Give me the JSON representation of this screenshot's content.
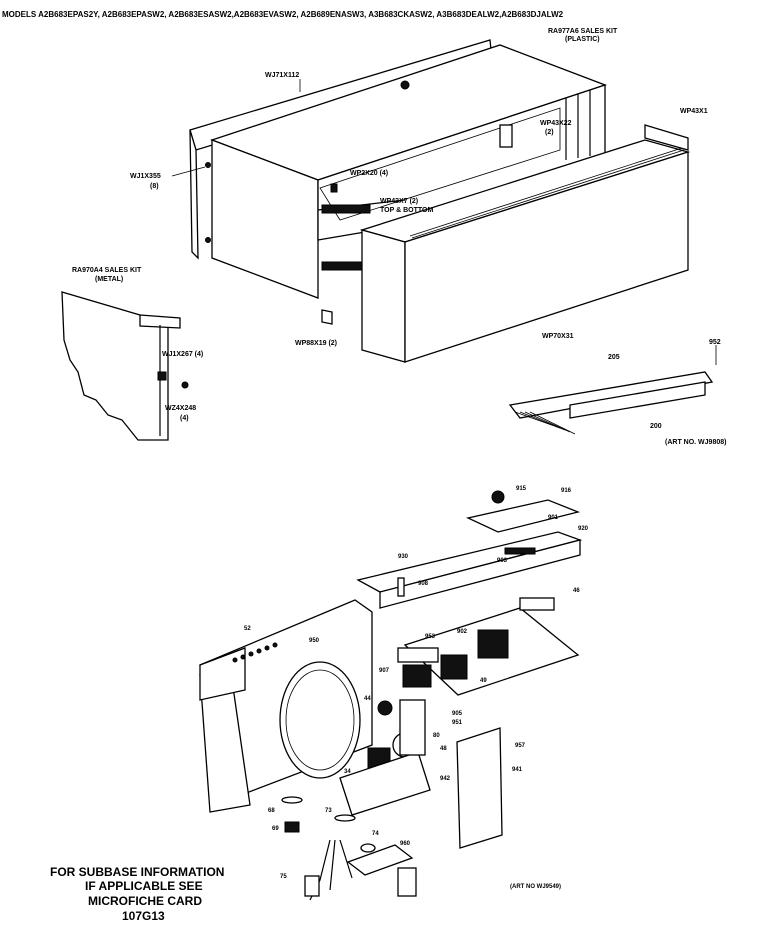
{
  "header": {
    "models": "MODELS A2B683EPAS2Y, A2B683EPASW2, A2B683ESASW2,A2B683EVASW2, A2B689ENASW3, A3B683CKASW2, A3B683DEALW2,A2B683DJALW2"
  },
  "labels": {
    "ra977a6": "RA977A6 SALES KIT",
    "ra977a6_sub": "(PLASTIC)",
    "wj71x112": "WJ71X112",
    "wp43x22": "WP43X22",
    "wp43x22_qty": "(2)",
    "wp43x1": "WP43X1",
    "wj1x355": "WJ1X355",
    "wj1x355_qty": "(8)",
    "wp2x20": "WP2X20 (4)",
    "wp43x7": "WP43X7 (2)",
    "wp43x7_sub": "TOP & BOTTOM",
    "ra970a4": "RA970A4 SALES KIT",
    "ra970a4_sub": "(METAL)",
    "wj1x267": "WJ1X267 (4)",
    "wz4x248": "WZ4X248",
    "wz4x248_qty": "(4)",
    "wp88x19": "WP88X19 (2)",
    "wp70x31": "WP70X31",
    "n952": "952",
    "n205": "205",
    "n200": "200",
    "art_top": "(ART NO. WJ9808)",
    "art_bottom": "(ART NO WJ9549)"
  },
  "callouts": [
    "915",
    "916",
    "901",
    "920",
    "930",
    "903",
    "908",
    "46",
    "52",
    "950",
    "953",
    "902",
    "907",
    "49",
    "905",
    "951",
    "957",
    "80",
    "44",
    "48",
    "941",
    "34",
    "68",
    "69",
    "73",
    "74",
    "942",
    "960",
    "75"
  ],
  "note": {
    "line1": "FOR SUBBASE INFORMATION",
    "line2": "IF APPLICABLE SEE",
    "line3": "MICROFICHE CARD",
    "line4": "107G13"
  }
}
